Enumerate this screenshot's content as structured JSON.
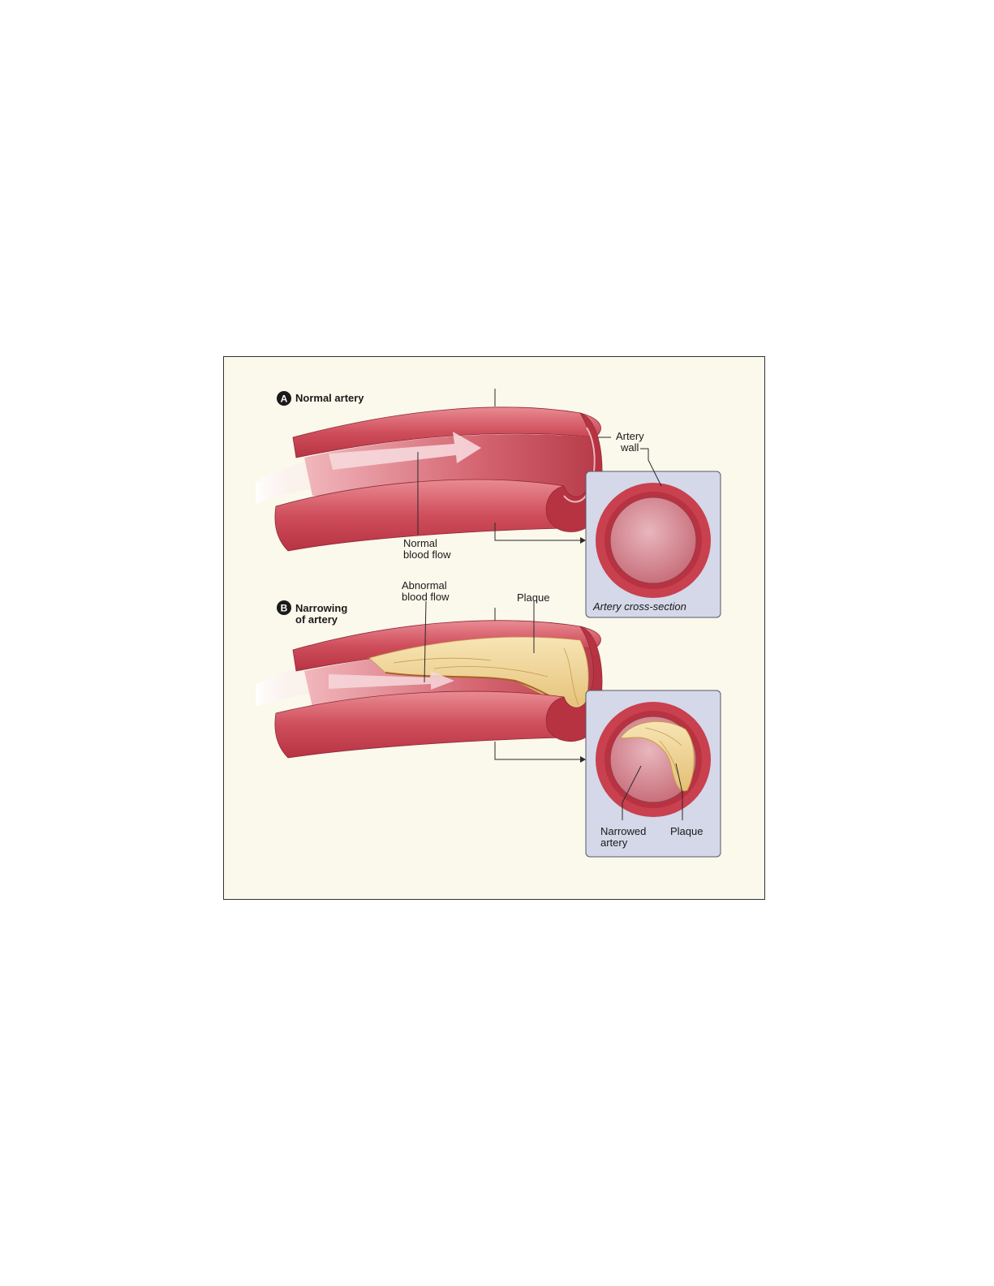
{
  "panel_a": {
    "badge": "A",
    "title": "Normal artery",
    "labels": {
      "wall_line1": "Artery",
      "wall_line2": "wall",
      "flow_line1": "Normal",
      "flow_line2": "blood flow"
    },
    "cross_section_caption": "Artery cross-section"
  },
  "panel_b": {
    "badge": "B",
    "title_line1": "Narrowing",
    "title_line2": "of artery",
    "labels": {
      "abnormal_line1": "Abnormal",
      "abnormal_line2": "blood flow",
      "plaque": "Plaque",
      "narrowed_line1": "Narrowed",
      "narrowed_line2": "artery",
      "plaque_cross": "Plaque"
    }
  },
  "colors": {
    "background": "#fbf8ec",
    "artery_red": "#c9404e",
    "artery_light": "#e98b92",
    "artery_inner": "#d86873",
    "plaque": "#f0d79a",
    "plaque_dark": "#cfa25a",
    "inset_bg": "#d4d8e8",
    "flow_arrow": "#f6d8dc"
  }
}
